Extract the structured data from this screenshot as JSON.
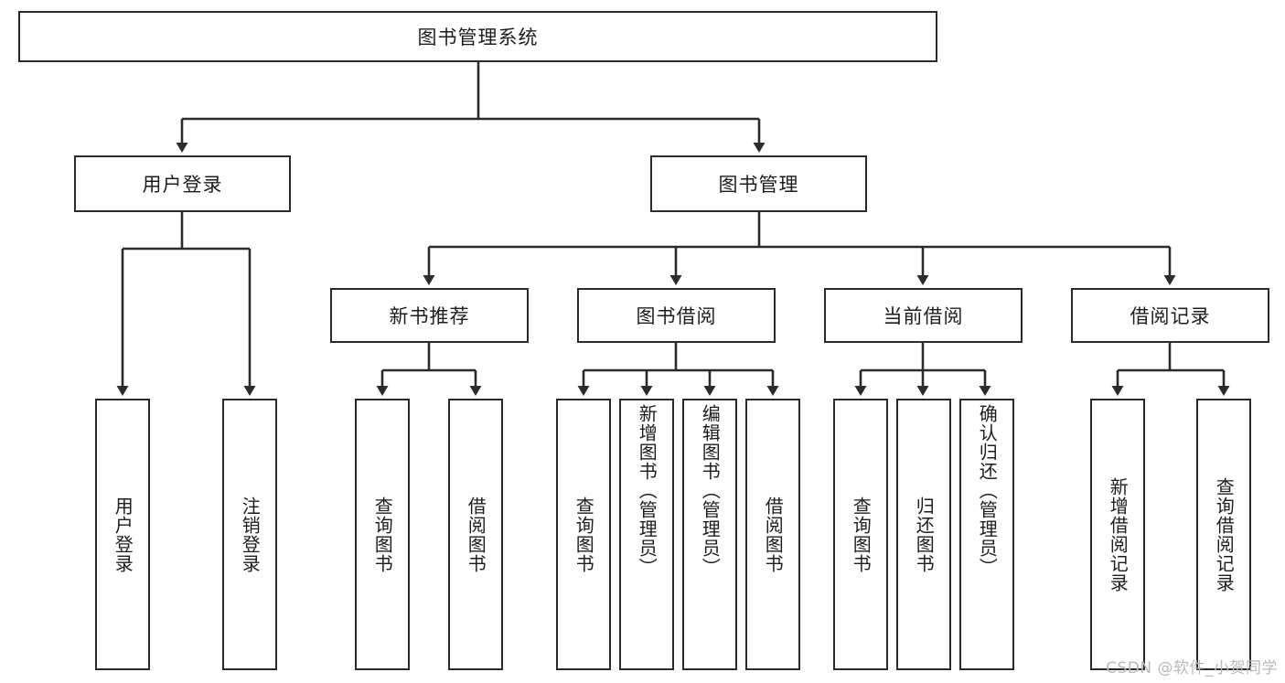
{
  "diagram": {
    "type": "hierarchy-tree",
    "title": "图书管理系统",
    "root": {
      "id": "root",
      "label": "图书管理系统",
      "orientation": "horizontal"
    },
    "level2": [
      {
        "id": "user-login",
        "label": "用户登录",
        "orientation": "horizontal"
      },
      {
        "id": "book-management",
        "label": "图书管理",
        "orientation": "horizontal"
      }
    ],
    "level3": [
      {
        "id": "new-book-recommend",
        "label": "新书推荐",
        "orientation": "horizontal",
        "parent": "book-management"
      },
      {
        "id": "book-borrow",
        "label": "图书借阅",
        "orientation": "horizontal",
        "parent": "book-management"
      },
      {
        "id": "current-borrow",
        "label": "当前借阅",
        "orientation": "horizontal",
        "parent": "book-management"
      },
      {
        "id": "borrow-record",
        "label": "借阅记录",
        "orientation": "horizontal",
        "parent": "book-management"
      }
    ],
    "leaves": [
      {
        "id": "leaf-user-login",
        "label": "用户登录",
        "orientation": "vertical",
        "parent": "user-login"
      },
      {
        "id": "leaf-logout",
        "label": "注销登录",
        "orientation": "vertical",
        "parent": "user-login"
      },
      {
        "id": "leaf-query-book-1",
        "label": "查询图书",
        "orientation": "vertical",
        "parent": "new-book-recommend"
      },
      {
        "id": "leaf-borrow-book-1",
        "label": "借阅图书",
        "orientation": "vertical",
        "parent": "new-book-recommend"
      },
      {
        "id": "leaf-query-book-2",
        "label": "查询图书",
        "orientation": "vertical",
        "parent": "book-borrow"
      },
      {
        "id": "leaf-add-book",
        "label": "新增图书（管理员）",
        "orientation": "vertical",
        "parent": "book-borrow"
      },
      {
        "id": "leaf-edit-book",
        "label": "编辑图书（管理员）",
        "orientation": "vertical",
        "parent": "book-borrow"
      },
      {
        "id": "leaf-borrow-book-2",
        "label": "借阅图书",
        "orientation": "vertical",
        "parent": "book-borrow"
      },
      {
        "id": "leaf-query-book-3",
        "label": "查询图书",
        "orientation": "vertical",
        "parent": "current-borrow"
      },
      {
        "id": "leaf-return-book",
        "label": "归还图书",
        "orientation": "vertical",
        "parent": "current-borrow"
      },
      {
        "id": "leaf-confirm-return",
        "label": "确认归还（管理员）",
        "orientation": "vertical",
        "parent": "current-borrow"
      },
      {
        "id": "leaf-add-record",
        "label": "新增借阅记录",
        "orientation": "vertical",
        "parent": "borrow-record"
      },
      {
        "id": "leaf-query-record",
        "label": "查询借阅记录",
        "orientation": "vertical",
        "parent": "borrow-record"
      }
    ]
  },
  "watermark": {
    "text": "CSDN @软件_小贺同学"
  },
  "colors": {
    "stroke": "#2b2b2b",
    "background": "#ffffff",
    "text": "#1d1d1d",
    "watermark": "#b9b9b9"
  }
}
